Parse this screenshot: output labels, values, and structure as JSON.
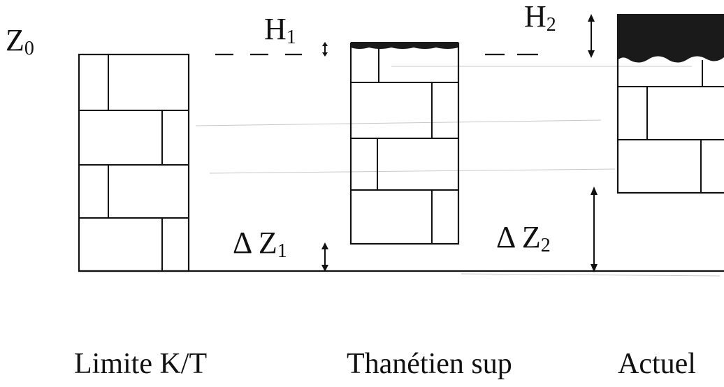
{
  "labels": {
    "z0_main": "Z",
    "z0_sub": "0",
    "h1_main": "H",
    "h1_sub": "1",
    "h2_main": "H",
    "h2_sub": "2",
    "dz1_main": "Δ Z",
    "dz1_sub": "1",
    "dz2_main": "Δ Z",
    "dz2_sub": "2"
  },
  "captions": {
    "kt": "Limite K/T",
    "thanetien": "Thanétien sup",
    "actuel": "Actuel"
  },
  "colors": {
    "ink": "#111111",
    "crust": "#1a1a1a",
    "background": "#ffffff"
  }
}
